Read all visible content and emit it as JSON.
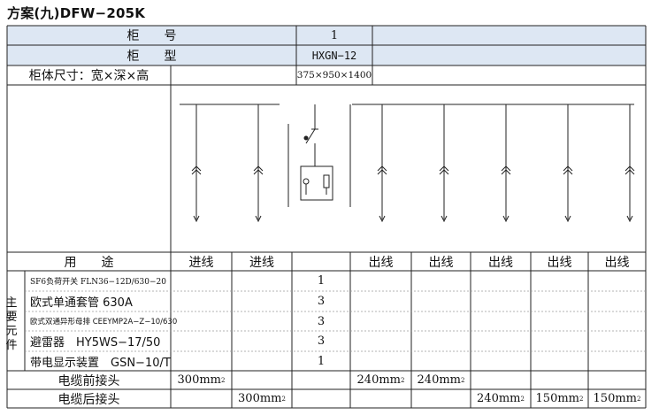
{
  "title": "方案(九)DFW−205K",
  "header": {
    "row1_label": "柜　　号",
    "row1_value": "1",
    "row2_label": "柜　　型",
    "row2_value": "HXGN−12",
    "row3_label": "柜体尺寸：宽×深×高",
    "row3_value": "375×950×1400"
  },
  "usage": {
    "label": "用　　途",
    "columns": [
      "进线",
      "进线",
      "",
      "出线",
      "出线",
      "出线",
      "出线",
      "出线"
    ]
  },
  "components": {
    "group_label": "主要元件",
    "rows": [
      {
        "name": "SF6负荷开关 FLN36−12D/630−20",
        "qty": "1"
      },
      {
        "name": "欧式单通套管 630A",
        "qty": "3"
      },
      {
        "name": "欧式双通异形母排 CEEYMP2A−Z−10/630",
        "qty": "3"
      },
      {
        "name": "避雷器　HY5WS−17/50",
        "qty": "3"
      },
      {
        "name": "带电显示装置　GSN−10/T",
        "qty": "1"
      }
    ]
  },
  "cable_front": {
    "label": "电缆前接头",
    "values": [
      "300mm",
      "",
      "",
      "240mm",
      "240mm",
      "",
      "",
      ""
    ]
  },
  "cable_back": {
    "label": "电缆后接头",
    "values": [
      "",
      "300mm",
      "",
      "",
      "",
      "240mm",
      "150mm",
      "150mm"
    ]
  },
  "colors": {
    "header_band": "#dde7f3",
    "line": "#222222",
    "dash": "#9a9a9a"
  }
}
